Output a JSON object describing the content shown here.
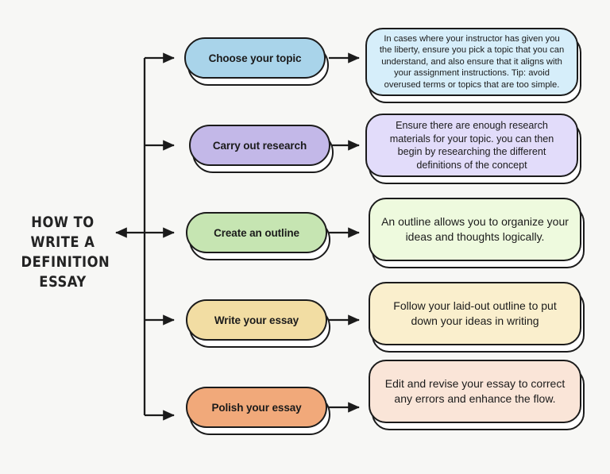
{
  "title": {
    "text": "HOW TO\nWRITE A\nDEFINITION\nESSAY"
  },
  "colors": {
    "background": "#f7f7f5",
    "outline": "#1b1b1b",
    "text": "#1b1b1b"
  },
  "steps": [
    {
      "label": "Choose your topic",
      "pill_color": "#a9d4ea",
      "desc_color": "#d6eefa",
      "description": "In cases where your instructor has given you the liberty, ensure you pick a topic that you can understand, and also ensure that it aligns with your assignment instructions. Tip: avoid overused terms or topics that are too simple.",
      "desc_size": "small"
    },
    {
      "label": "Carry out research",
      "pill_color": "#c3b8e8",
      "desc_color": "#e2dcfa",
      "description": "Ensure there are enough research materials for your topic. you can then begin by researching the different definitions of the concept",
      "desc_size": "normal"
    },
    {
      "label": "Create an outline",
      "pill_color": "#c6e5b2",
      "desc_color": "#eefade",
      "description": "An outline allows you to organize your ideas and thoughts logically.",
      "desc_size": "large"
    },
    {
      "label": "Write your essay",
      "pill_color": "#f2dda3",
      "desc_color": "#faefcd",
      "description": "Follow your laid-out outline to put down your ideas in writing",
      "desc_size": "large"
    },
    {
      "label": "Polish your essay",
      "pill_color": "#f1a97a",
      "desc_color": "#fae5d8",
      "description": "Edit and revise your essay to correct any errors and enhance the flow.",
      "desc_size": "large"
    }
  ]
}
